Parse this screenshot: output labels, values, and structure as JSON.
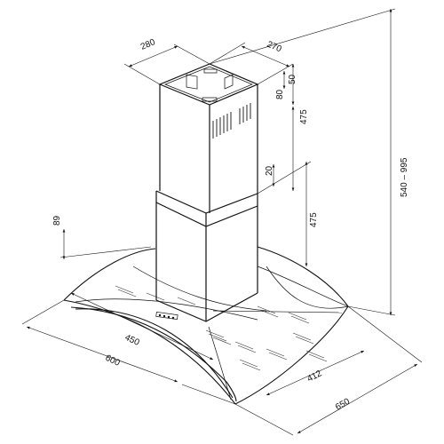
{
  "drawing": {
    "dimensions": {
      "chimney_depth": "280",
      "chimney_width": "270",
      "upper_offset_80": "80",
      "upper_offset_50": "50",
      "upper_chimney_height": "475",
      "overlap": "20",
      "lower_chimney_height": "475",
      "total_height": "540 – 995",
      "canopy_edge_height": "89",
      "canopy_depth_450": "450",
      "canopy_depth_600": "600",
      "canopy_width_412": "412",
      "canopy_width_650": "650"
    },
    "colors": {
      "line": "#111111",
      "background": "#ffffff"
    }
  }
}
